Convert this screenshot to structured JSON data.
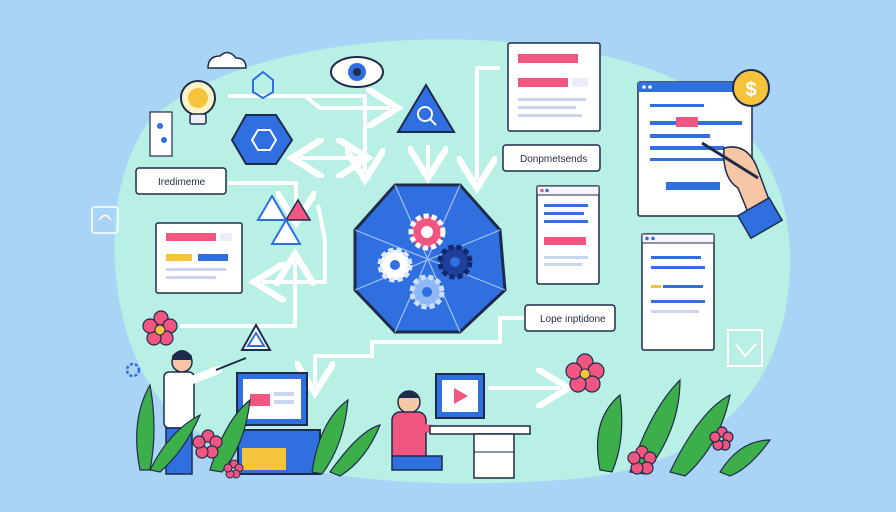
{
  "labels": {
    "left_card": "Iredimeme",
    "top_right_card": "Donpmetsends",
    "middle_right_card": "Lope inptidone"
  },
  "icons": {
    "currency": "$",
    "eye": "eye-icon",
    "search": "search-icon",
    "gears": "gear-icon",
    "flower": "flower-icon",
    "lightbulb": "lightbulb-icon"
  },
  "colors": {
    "background": "#a9d4f5",
    "blob": "#b9f0e6",
    "accent_blue": "#2f6fe0",
    "accent_pink": "#f0567f",
    "accent_yellow": "#f6c33d"
  }
}
